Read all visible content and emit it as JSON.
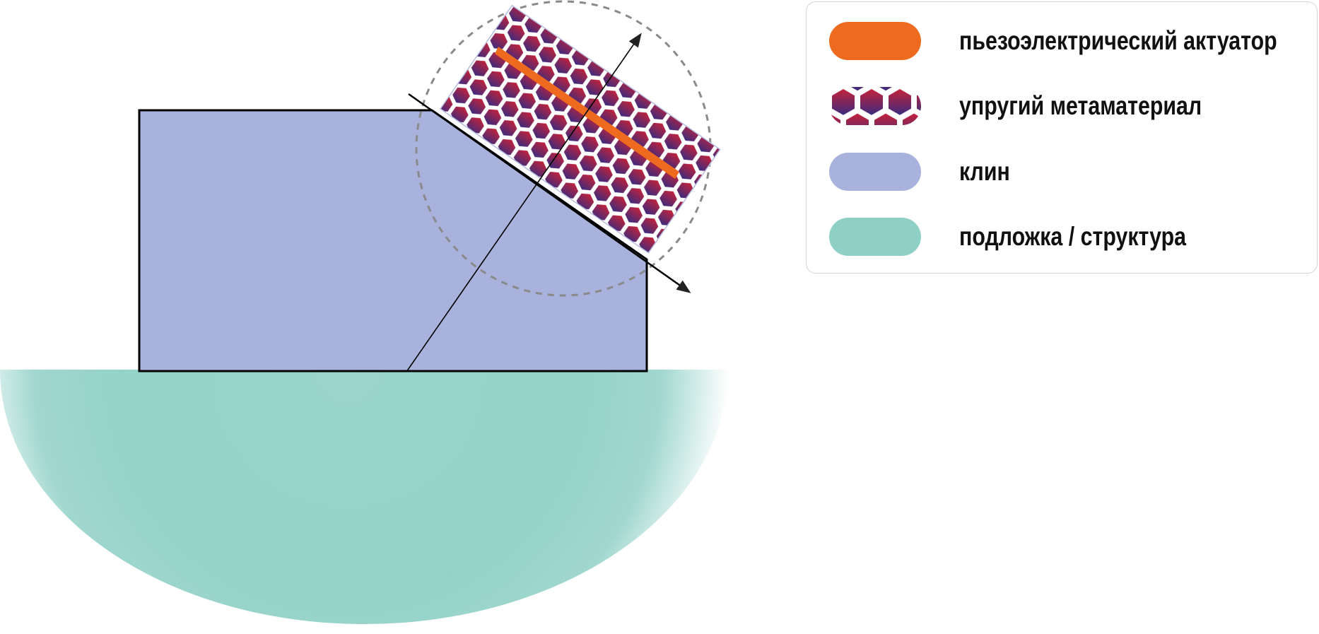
{
  "legend": {
    "items": [
      {
        "key": "actuator",
        "label": "пьезоэлектрический актуатор",
        "color": "#ee6a1e"
      },
      {
        "key": "metamaterial",
        "label": "упругий метаматериал",
        "color_from": "#c3223a",
        "color_to": "#3b2b7e",
        "cell_stroke": "#ffffff"
      },
      {
        "key": "wedge",
        "label": "клин",
        "color": "#a8b2dc"
      },
      {
        "key": "substrate",
        "label": "подложка / структура",
        "color": "#8fd0c6"
      }
    ]
  },
  "colors": {
    "wedge_fill": "#a8b2dc",
    "outline": "#000000",
    "substrate": "#8fd0c6",
    "actuator": "#ee6a1e",
    "meta_top": "#c3223a",
    "meta_bottom": "#3b2b7e",
    "dashed_circle": "#8a8a8a",
    "arrow": "#222222"
  }
}
